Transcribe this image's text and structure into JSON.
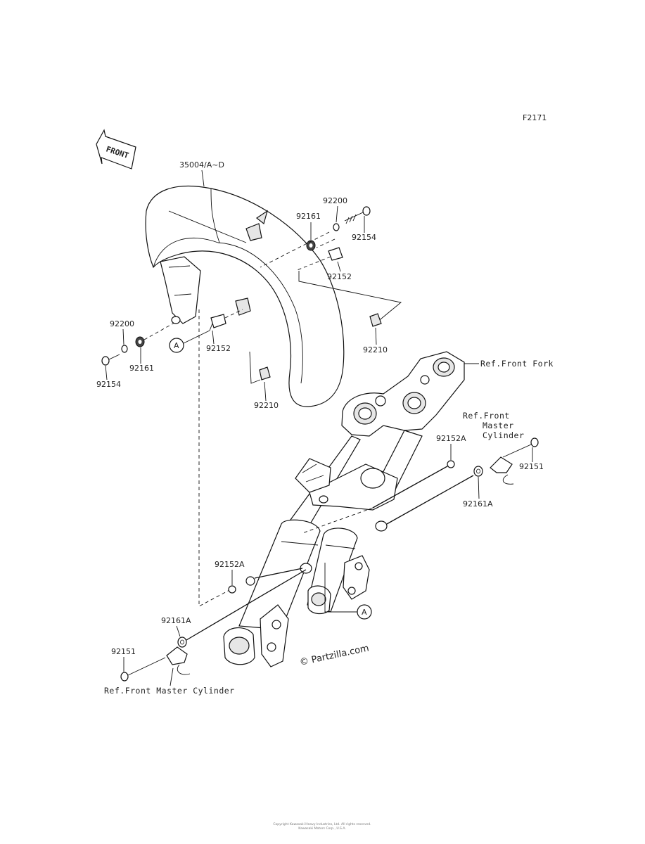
{
  "diagram": {
    "code": "F2171",
    "front_label": "FRONT",
    "callout_letter": "A",
    "watermark": "© Partzilla.com",
    "footer_line1": "Copyright Kawasaki Heavy Industries, Ltd. All rights reserved.",
    "footer_line2": "Kawasaki Motors Corp., U.S.A."
  },
  "parts": {
    "fender": "35004/A~D",
    "collar_left": "92200",
    "collar_right": "92200",
    "nut_left": "92161",
    "nut_right": "92161",
    "bolt_left": "92154",
    "bolt_right": "92154",
    "spacer_left": "92152",
    "spacer_right": "92152",
    "clip_left": "92210",
    "clip_right": "92210",
    "spacer_a_right": "92152A",
    "spacer_a_left": "92152A",
    "nut_a_right": "92161A",
    "nut_a_left": "92161A",
    "bolt_mc_right": "92151",
    "bolt_mc_left": "92151"
  },
  "refs": {
    "front_fork": "Ref.Front Fork",
    "mc_right_line1": "Ref.Front",
    "mc_right_line2": "Master",
    "mc_right_line3": "Cylinder",
    "mc_left": "Ref.Front Master Cylinder"
  }
}
